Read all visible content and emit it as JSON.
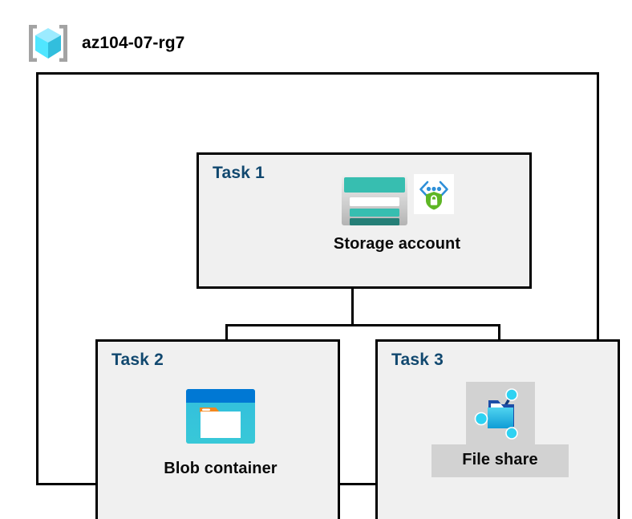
{
  "diagram": {
    "type": "azure-architecture-diagram",
    "resource_group": {
      "name": "az104-07-rg7",
      "icon": "azure-resource-group-icon"
    },
    "tasks": [
      {
        "id": "task-1",
        "label": "Task 1",
        "node": {
          "caption": "Storage account",
          "icons": [
            "storage-account-icon",
            "private-endpoint-icon"
          ],
          "selected": false
        }
      },
      {
        "id": "task-2",
        "label": "Task 2",
        "node": {
          "caption": "Blob container",
          "icons": [
            "blob-container-icon"
          ],
          "selected": false
        }
      },
      {
        "id": "task-3",
        "label": "Task 3",
        "node": {
          "caption": "File share",
          "icons": [
            "file-share-icon"
          ],
          "selected": true
        }
      }
    ],
    "connections": [
      {
        "from": "task-1",
        "to": "task-2"
      },
      {
        "from": "task-1",
        "to": "task-3"
      }
    ]
  },
  "colors": {
    "task_label": "#11486f",
    "task_box_fill": "#f0f0f0",
    "box_border": "#000000",
    "canvas": "#ffffff",
    "selection_highlight": "#d2d2d2",
    "storage_teal": "#37beb0",
    "storage_teal_dark": "#257f77",
    "blob_blue": "#0078d4",
    "blob_cyan": "#32bedd",
    "blob_orange": "#f2871f",
    "fileshare_cyan": "#2ed2f2",
    "shield_green": "#5eb625",
    "rg_cube_cyan": "#50e6ff",
    "rg_bracket_gray": "#a0a0a0"
  }
}
